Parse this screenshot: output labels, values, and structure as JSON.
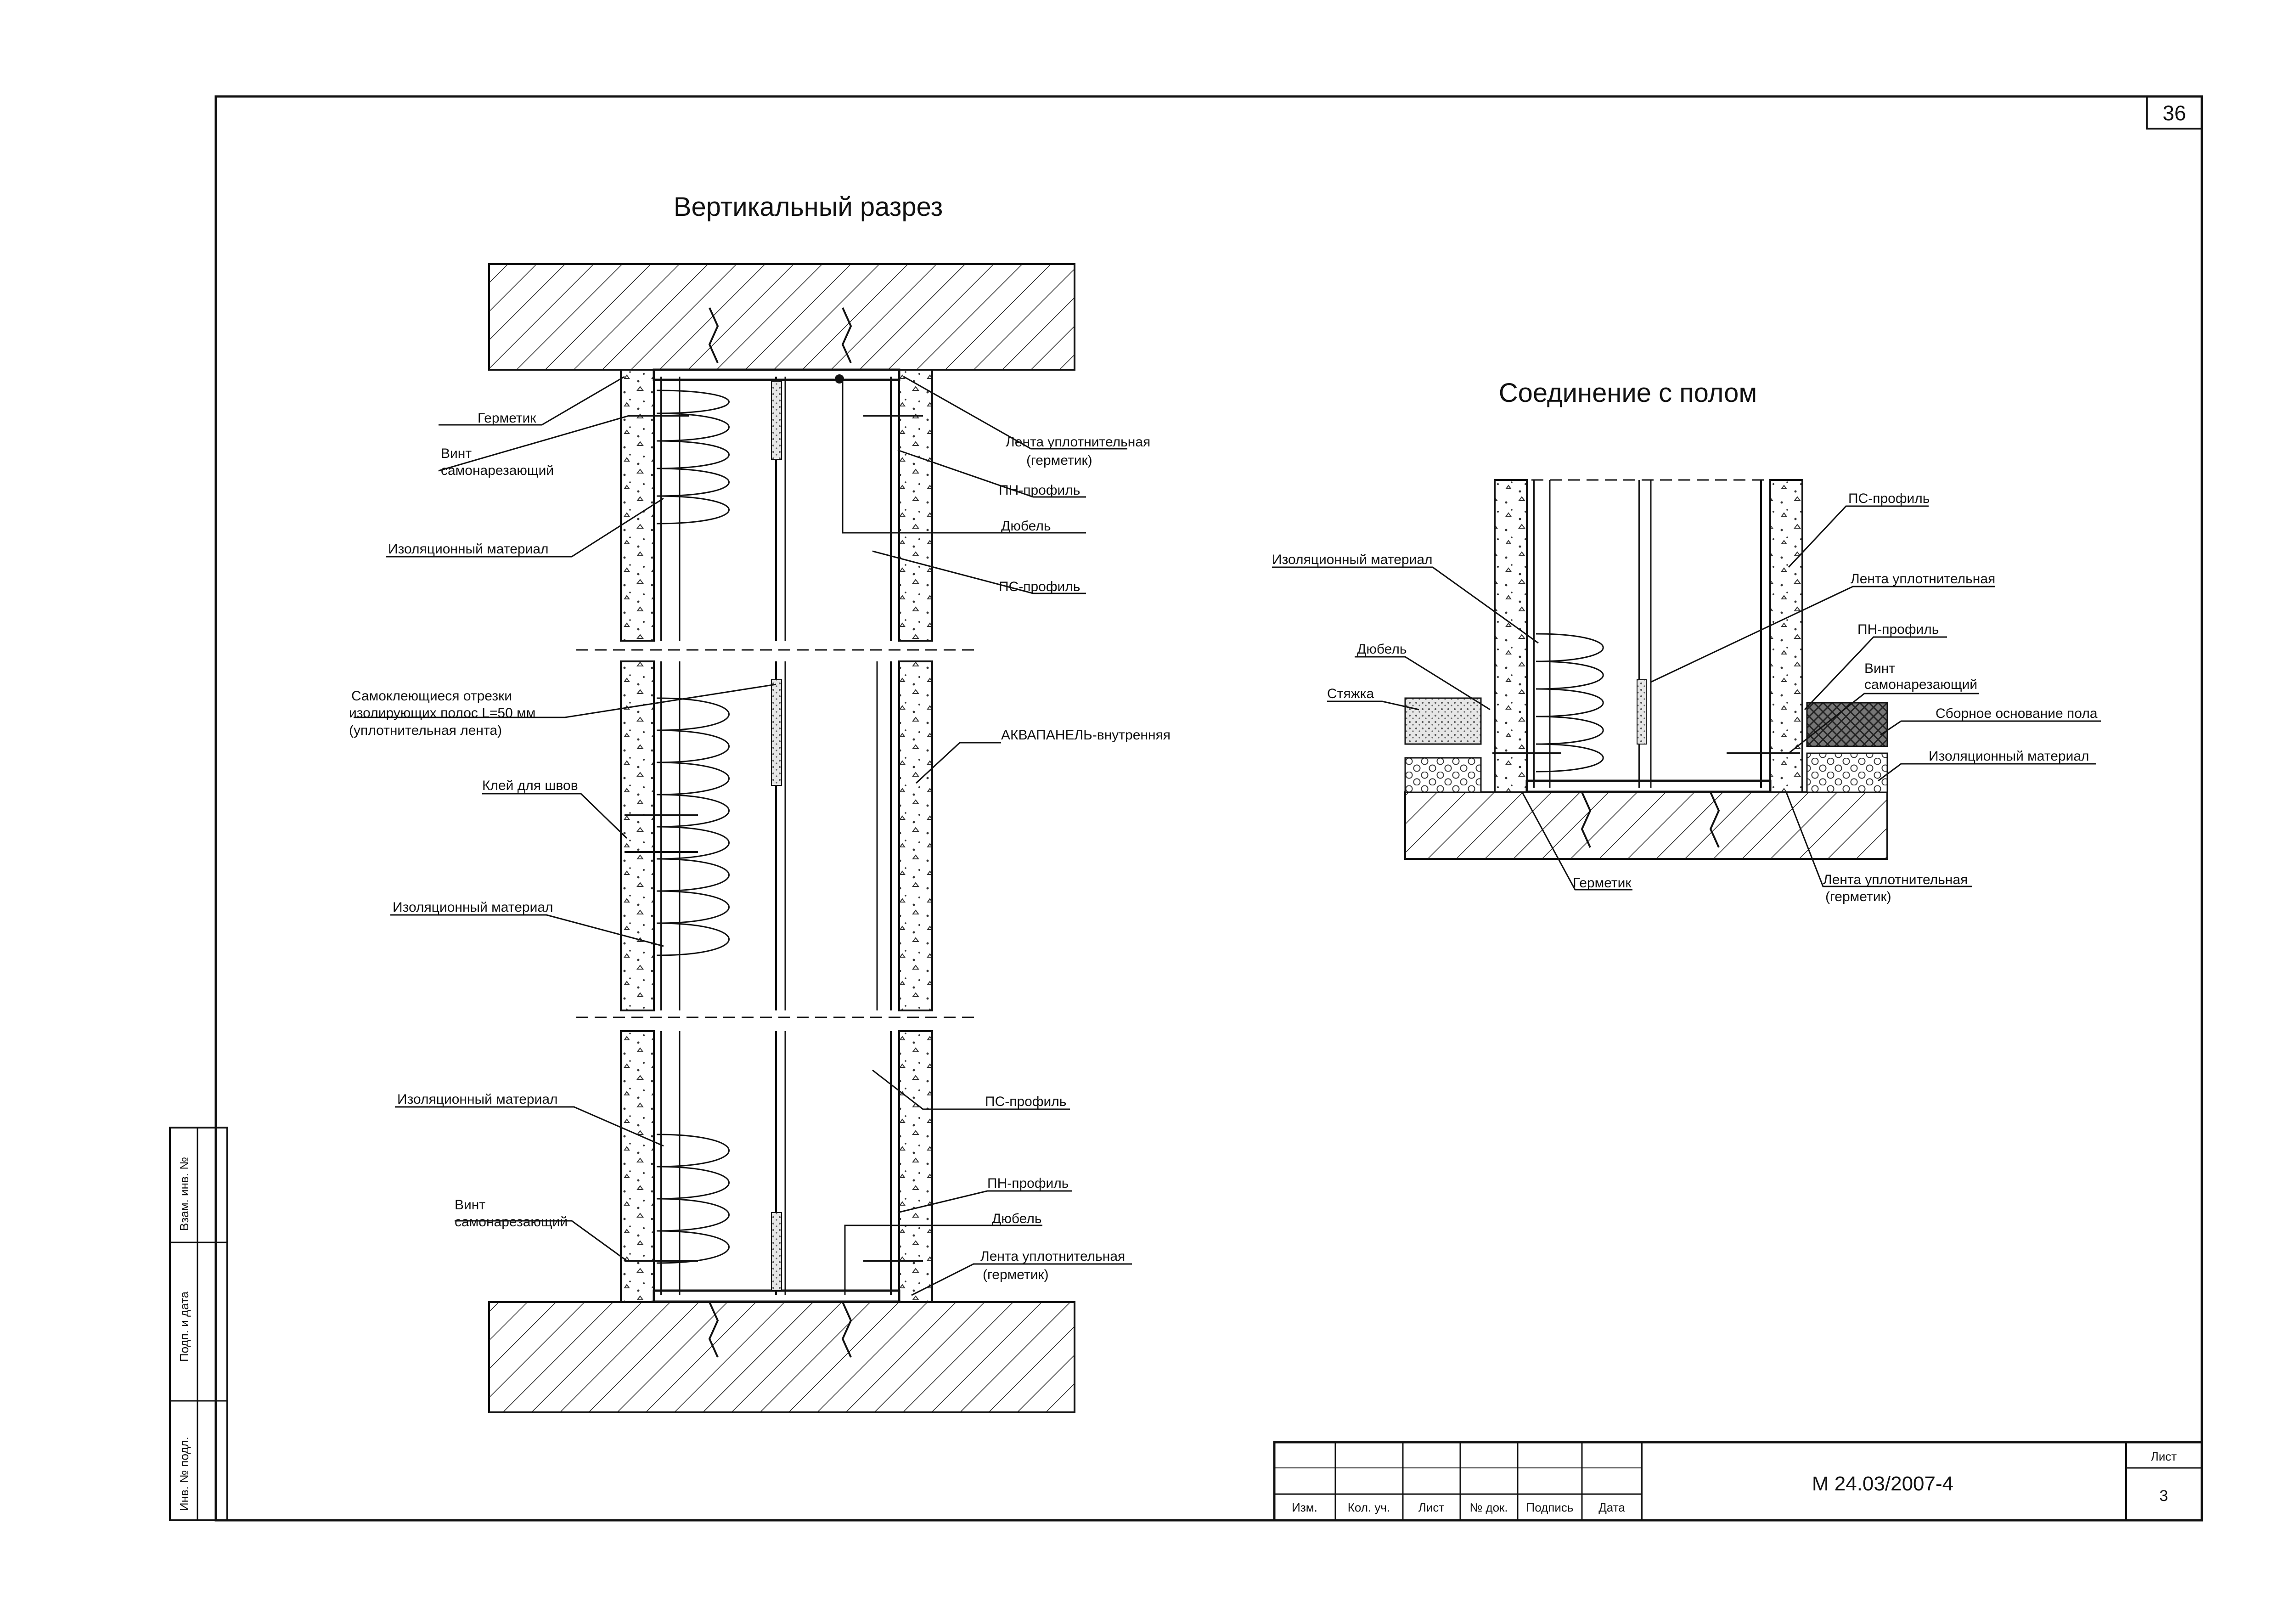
{
  "sheet_number_top": "36",
  "drawing_titles": {
    "vertical_section": "Вертикальный разрез",
    "floor_joint": "Соединение с полом"
  },
  "vertical_section_labels": {
    "germetik": "Герметик",
    "vint_1": "Винт",
    "vint_2": "самонарезающий",
    "insulation_top": "Изоляционный материал",
    "lenta_1": "Лента уплотнительная",
    "lenta_2": "(герметик)",
    "pn_profile": "ПН-профиль",
    "dubel": "Дюбель",
    "ps_profile": "ПС-профиль",
    "strips_1": "Самоклеющиеся отрезки",
    "strips_2": "изолирующих полос L=50 мм",
    "strips_3": "(уплотнительная лента)",
    "aquapanel": "АКВАПАНЕЛЬ-внутренняя",
    "glue": "Клей для швов",
    "insulation_mid": "Изоляционный материал",
    "insulation_bot": "Изоляционный материал",
    "ps_profile_bot": "ПС-профиль",
    "pn_profile_bot": "ПН-профиль",
    "vint_bot_1": "Винт",
    "vint_bot_2": "самонарезающий",
    "dubel_bot": "Дюбель",
    "lenta_bot_1": "Лента уплотнительная",
    "lenta_bot_2": "(герметик)"
  },
  "floor_joint_labels": {
    "insulation_left": "Изоляционный материал",
    "dubel": "Дюбель",
    "styazhka": "Стяжка",
    "germetik": "Герметик",
    "ps_profile": "ПС-профиль",
    "lenta": "Лента уплотнительная",
    "pn_profile": "ПН-профиль",
    "vint_1": "Винт",
    "vint_2": "самонарезающий",
    "floor_base": "Сборное основание пола",
    "insulation_right": "Изоляционный материал",
    "lenta_bot_1": "Лента уплотнительная",
    "lenta_bot_2": "(герметик)"
  },
  "side_stamp": {
    "vzam": "Взам. инв. №",
    "podp": "Подп. и дата",
    "inv": "Инв. № подл."
  },
  "title_block": {
    "columns": [
      "Изм.",
      "Кол. уч.",
      "Лист",
      "№ док.",
      "Подпись",
      "Дата"
    ],
    "document_code": "М 24.03/2007-4",
    "sheet_label": "Лист",
    "sheet_value": "3"
  }
}
